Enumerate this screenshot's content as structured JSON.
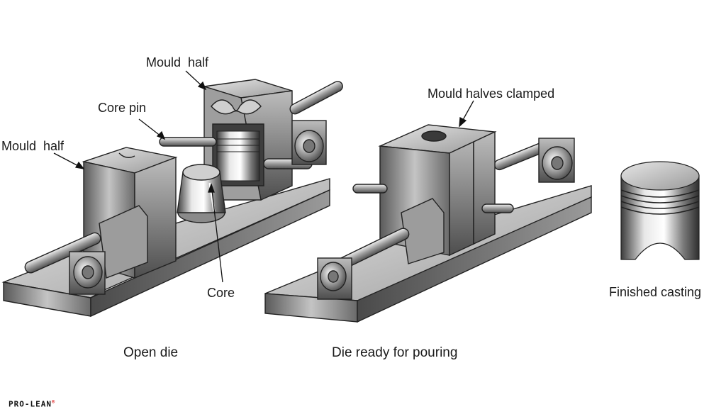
{
  "labels": {
    "mould_half_top": "Mould  half",
    "core_pin": "Core pin",
    "mould_half_left": "Mould  half",
    "core": "Core",
    "mould_halves_clamped": "Mould halves clamped",
    "finished_casting": "Finished casting"
  },
  "captions": {
    "open_die": "Open die",
    "die_ready": "Die ready for pouring"
  },
  "brand": {
    "name": "PRO-LEAN",
    "mark": "®"
  },
  "colors": {
    "ink": "#1a1a1a",
    "metal_dark": "#4a4a4a",
    "metal_mid": "#8c8c8c",
    "metal_light": "#d4d4d4",
    "brand_mark": "#dd2222"
  }
}
